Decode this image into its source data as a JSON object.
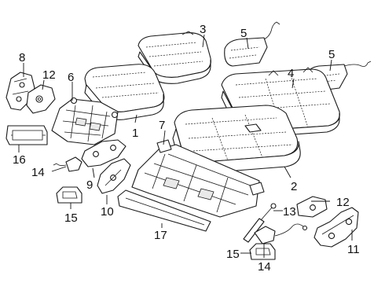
{
  "callouts": {
    "c1": "1",
    "c2": "2",
    "c3": "3",
    "c4": "4",
    "c5a": "5",
    "c5b": "5",
    "c6": "6",
    "c7": "7",
    "c8": "8",
    "c9": "9",
    "c10": "10",
    "c11": "11",
    "c12a": "12",
    "c12b": "12",
    "c13": "13",
    "c14a": "14",
    "c14b": "14",
    "c15a": "15",
    "c15b": "15",
    "c16": "16",
    "c17": "17"
  }
}
